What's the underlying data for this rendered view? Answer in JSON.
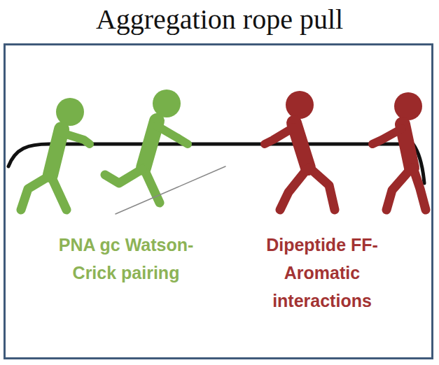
{
  "diagram": {
    "title": "Aggregation rope pull",
    "nodes": [
      {
        "text": [
          "PNA gc Watson-Crick pairing",
          "Dipeptide FF- Aromatic interactions"
        ]
      }
    ]
  }
}
